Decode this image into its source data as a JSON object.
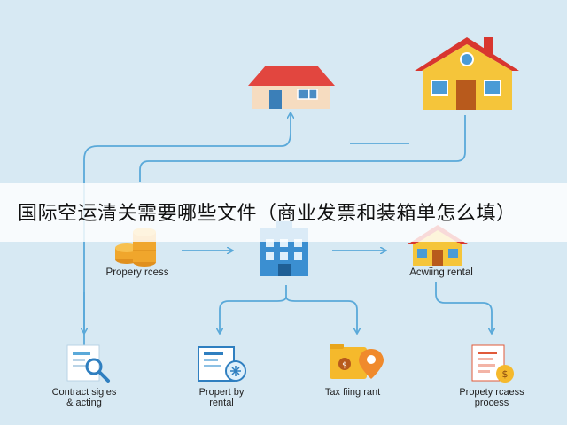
{
  "banner": {
    "title": "国际空运清关需要哪些文件（商业发票和装箱单怎么填）"
  },
  "nodes": {
    "left_middle": {
      "label": "Propery rcess"
    },
    "right_middle": {
      "label": "Acwiing rental"
    },
    "bottom_1": {
      "line1": "Contract sigles",
      "line2": "& acting"
    },
    "bottom_2": {
      "line1": "Propert by",
      "line2": "rental"
    },
    "bottom_3": {
      "line1": "Tax fiing rant"
    },
    "bottom_4": {
      "line1": "Propety rcaess",
      "line2": "process"
    }
  },
  "colors": {
    "background": "#d7e9f3",
    "arrow": "#5aa9d9",
    "roof_red": "#e2463f",
    "house_yellow": "#f5c53a",
    "building_blue": "#3b8fd1",
    "coin_orange": "#f0a62c"
  },
  "icons": [
    "small-house-icon",
    "large-house-icon",
    "coins-icon",
    "office-building-icon",
    "rental-house-icon",
    "document-search-icon",
    "document-stamp-icon",
    "tax-folder-location-icon",
    "document-dollar-icon"
  ]
}
